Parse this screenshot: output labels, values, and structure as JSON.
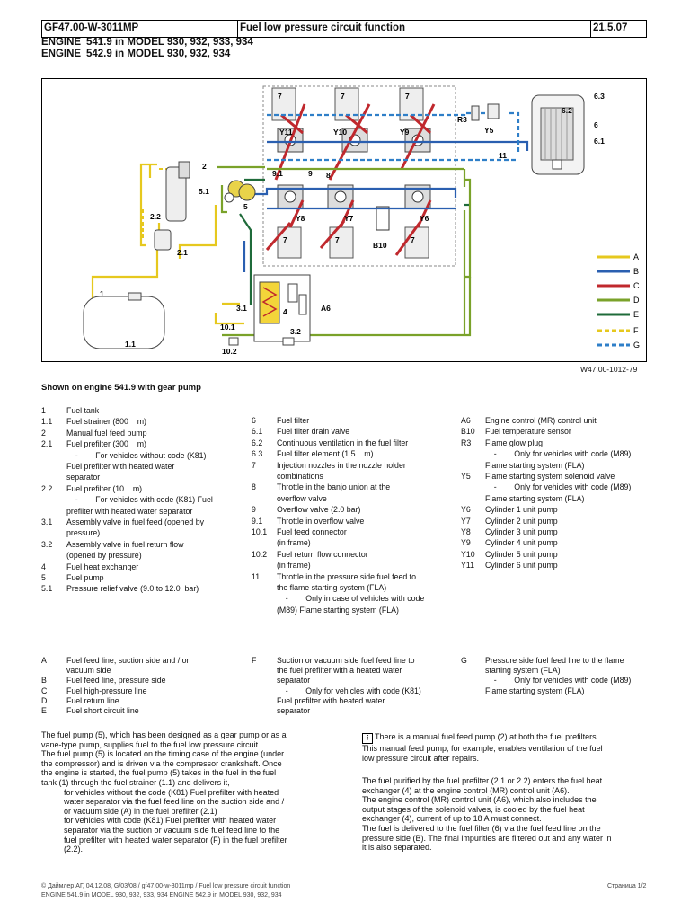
{
  "header": {
    "doc_id": "GF47.00-W-3011MP",
    "title": "Fuel low pressure circuit function",
    "date": "21.5.07",
    "engines": [
      {
        "label": "ENGINE",
        "text": "541.9 in MODEL 930, 932, 933, 934"
      },
      {
        "label": "ENGINE",
        "text": "542.9 in MODEL 930, 932, 934"
      }
    ]
  },
  "diagram": {
    "figure_id": "W47.00-1012-79",
    "line_legend": [
      "A",
      "B",
      "C",
      "D",
      "E",
      "F",
      "G"
    ],
    "component_labels": [
      "7",
      "7",
      "7",
      "7",
      "7",
      "7",
      "Y11",
      "Y10",
      "Y9",
      "Y8",
      "Y7",
      "Y6",
      "B10",
      "R3",
      "Y5",
      "6.3",
      "6",
      "6.2",
      "6.1",
      "11",
      "2",
      "5.1",
      "5",
      "2.2",
      "2.1",
      "9.1",
      "9",
      "8",
      "1",
      "1.1",
      "3.1",
      "10.1",
      "3.2",
      "10.2",
      "4",
      "A6"
    ],
    "colors": {
      "A": "#e6c81e",
      "B": "#2a5fb0",
      "C": "#c0282d",
      "D": "#7aa22a",
      "E": "#1f6b3a",
      "F": "#e6c81e",
      "G": "#2f7fc8"
    }
  },
  "shown": "Shown on engine 541.9 with gear pump",
  "legend_col1": [
    {
      "n": "1",
      "t": "Fuel tank"
    },
    {
      "n": "1.1",
      "t": "Fuel strainer (800    m)"
    },
    {
      "n": "2",
      "t": "Manual fuel feed pump"
    },
    {
      "n": "2.1",
      "t": "Fuel prefilter (300    m)"
    },
    {
      "n": "",
      "t": "    -        For vehicles without code (K81)"
    },
    {
      "n": "",
      "t": "Fuel prefilter with heated water"
    },
    {
      "n": "",
      "t": "separator"
    },
    {
      "n": "2.2",
      "t": "Fuel prefilter (10    m)"
    },
    {
      "n": "",
      "t": "    -        For vehicles with code (K81) Fuel"
    },
    {
      "n": "",
      "t": "prefilter with heated water separator"
    },
    {
      "n": "3.1",
      "t": "Assembly valve in fuel feed (opened by"
    },
    {
      "n": "",
      "t": "pressure)"
    },
    {
      "n": "3.2",
      "t": "Assembly valve in fuel return flow"
    },
    {
      "n": "",
      "t": "(opened by pressure)"
    },
    {
      "n": "4",
      "t": "Fuel heat exchanger"
    },
    {
      "n": "5",
      "t": "Fuel pump"
    },
    {
      "n": "5.1",
      "t": "Pressure relief valve (9.0 to 12.0  bar)"
    }
  ],
  "legend_col2": [
    {
      "n": "6",
      "t": "Fuel filter"
    },
    {
      "n": "6.1",
      "t": "Fuel filter drain valve"
    },
    {
      "n": "6.2",
      "t": "Continuous ventilation in the fuel filter"
    },
    {
      "n": "6.3",
      "t": "Fuel filter element (1.5    m)"
    },
    {
      "n": "7",
      "t": "Injection nozzles in the nozzle holder"
    },
    {
      "n": "",
      "t": "combinations"
    },
    {
      "n": "8",
      "t": "Throttle in the banjo union at the"
    },
    {
      "n": "",
      "t": "overflow valve"
    },
    {
      "n": "9",
      "t": "Overflow valve (2.0 bar)"
    },
    {
      "n": "9.1",
      "t": "Throttle in overflow valve"
    },
    {
      "n": "10.1",
      "t": "Fuel feed connector"
    },
    {
      "n": "",
      "t": "(in frame)"
    },
    {
      "n": "10.2",
      "t": "Fuel return flow connector"
    },
    {
      "n": "",
      "t": "(in frame)"
    },
    {
      "n": "11",
      "t": "Throttle in the pressure side fuel feed to"
    },
    {
      "n": "",
      "t": "the flame starting system (FLA)"
    },
    {
      "n": "",
      "t": "    -        Only in case of vehicles with code"
    },
    {
      "n": "",
      "t": "(M89) Flame starting system (FLA)"
    }
  ],
  "legend_col3": [
    {
      "n": "A6",
      "t": "Engine control (MR) control unit"
    },
    {
      "n": "B10",
      "t": "Fuel temperature sensor"
    },
    {
      "n": "R3",
      "t": "Flame glow plug"
    },
    {
      "n": "",
      "t": "    -        Only for vehicles with code (M89)"
    },
    {
      "n": "",
      "t": "Flame starting system (FLA)"
    },
    {
      "n": "Y5",
      "t": "Flame starting system solenoid valve"
    },
    {
      "n": "",
      "t": "    -        Only for vehicles with code (M89)"
    },
    {
      "n": "",
      "t": "Flame starting system (FLA)"
    },
    {
      "n": "Y6",
      "t": "Cylinder 1 unit pump"
    },
    {
      "n": "Y7",
      "t": "Cylinder 2 unit pump"
    },
    {
      "n": "Y8",
      "t": "Cylinder 3 unit pump"
    },
    {
      "n": "Y9",
      "t": "Cylinder 4 unit pump"
    },
    {
      "n": "Y10",
      "t": "Cylinder 5 unit pump"
    },
    {
      "n": "Y11",
      "t": "Cylinder 6 unit pump"
    }
  ],
  "lines_col1": [
    {
      "n": "A",
      "t": "Fuel feed line, suction side and / or"
    },
    {
      "n": "",
      "t": "vacuum side"
    },
    {
      "n": "B",
      "t": "Fuel feed line, pressure side"
    },
    {
      "n": "C",
      "t": "Fuel high-pressure line"
    },
    {
      "n": "D",
      "t": "Fuel return line"
    },
    {
      "n": "E",
      "t": "Fuel short circuit line"
    }
  ],
  "lines_col2": [
    {
      "n": "F",
      "t": "Suction or vacuum side fuel feed line to"
    },
    {
      "n": "",
      "t": "the fuel prefilter with a heated water"
    },
    {
      "n": "",
      "t": "separator"
    },
    {
      "n": "",
      "t": "    -        Only for vehicles with code (K81)"
    },
    {
      "n": "",
      "t": "Fuel prefilter with heated water"
    },
    {
      "n": "",
      "t": "separator"
    }
  ],
  "lines_col3": [
    {
      "n": "G",
      "t": "Pressure side fuel feed line to the flame"
    },
    {
      "n": "",
      "t": "starting system (FLA)"
    },
    {
      "n": "",
      "t": "    -        Only for vehicles with code (M89)"
    },
    {
      "n": "",
      "t": "Flame starting system (FLA)"
    }
  ],
  "body_left": [
    "The fuel pump (5), which has been designed as a gear pump or as a",
    "vane-type pump, supplies fuel to the fuel low pressure circuit.",
    "The fuel pump (5) is located on the timing case of the engine (under",
    "the compressor) and is driven via the compressor crankshaft. Once",
    "the engine is started, the fuel pump (5) takes in the fuel in the fuel",
    "tank (1) through the fuel strainer (1.1) and delivers it,",
    "          for vehicles without the code (K81) Fuel prefilter with heated",
    "          water separator via the fuel feed line on the suction side and /",
    "          or vacuum side (A) in the fuel prefilter (2.1)",
    "          for vehicles with code (K81) Fuel prefilter with heated water",
    "          separator via the suction or vacuum side fuel feed line to the",
    "          fuel prefilter with heated water separator (F) in the fuel prefilter",
    "          (2.2)."
  ],
  "body_right_note": [
    "There is a manual fuel feed pump (2) at both the fuel prefilters.",
    "This manual feed pump, for example, enables ventilation of the fuel",
    "low pressure circuit after repairs."
  ],
  "body_right": [
    "The fuel purified by the fuel prefilter (2.1 or 2.2) enters the fuel heat",
    "exchanger (4) at the engine control (MR) control unit (A6).",
    "The engine control (MR) control unit (A6), which also includes the",
    "output stages of the solenoid valves, is cooled by the fuel heat",
    "exchanger (4), current of up to 18 A must connect.",
    "The fuel is delivered to the fuel filter (6) via the fuel feed line on the",
    "pressure side (B). The final impurities are filtered out and any water in",
    "it is also separated."
  ],
  "footer": {
    "line1": "© Даймлер АГ, 04.12.08, G/03/08 / gf47.00-w-3011mp / Fuel low pressure circuit function",
    "line2": "ENGINE 541.9 in MODEL 930, 932, 933, 934 ENGINE 542.9 in MODEL 930, 932, 934",
    "page": "Страница 1/2"
  }
}
